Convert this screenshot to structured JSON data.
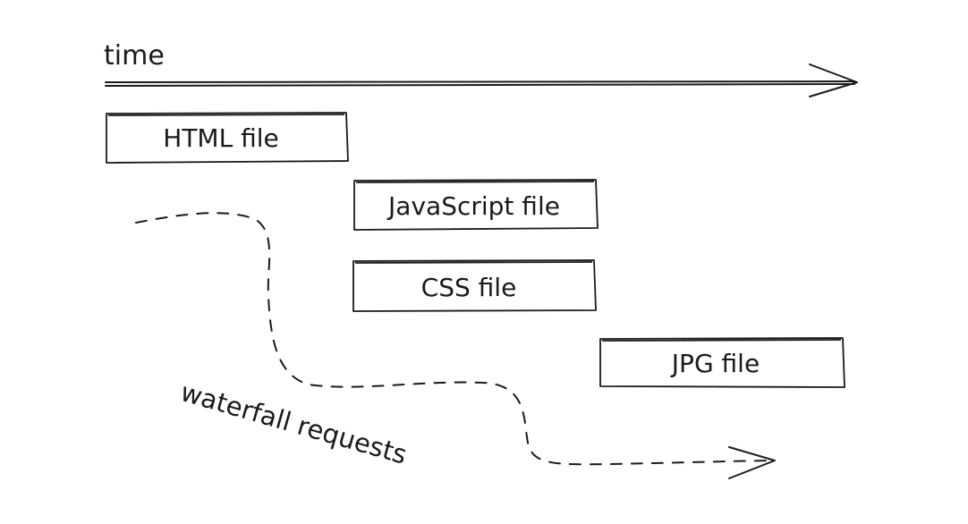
{
  "diagram": {
    "axis_label": "time",
    "requests": [
      {
        "label": "HTML file"
      },
      {
        "label": "JavaScript file"
      },
      {
        "label": "CSS file"
      },
      {
        "label": "JPG file"
      }
    ],
    "flow_label": "waterfall requests"
  }
}
